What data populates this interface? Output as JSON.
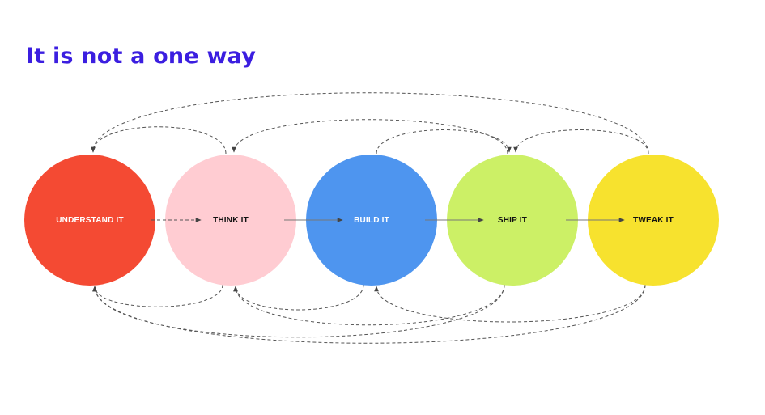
{
  "title": {
    "text": "It is not a one way",
    "color": "#3b1ee0"
  },
  "nodes": [
    {
      "id": "understand",
      "label": "UNDERSTAND IT",
      "fill": "#f44a33",
      "text_color": "#ffffff"
    },
    {
      "id": "think",
      "label": "THINK IT",
      "fill": "#ffccd2",
      "text_color": "#111111"
    },
    {
      "id": "build",
      "label": "BUILD IT",
      "fill": "#4e95ef",
      "text_color": "#ffffff"
    },
    {
      "id": "ship",
      "label": "SHIP IT",
      "fill": "#ccf066",
      "text_color": "#111111"
    },
    {
      "id": "tweak",
      "label": "TWEAK IT",
      "fill": "#f7e22e",
      "text_color": "#111111"
    }
  ],
  "flow": [
    {
      "from": "understand",
      "to": "think",
      "style": "dashed"
    },
    {
      "from": "think",
      "to": "build",
      "style": "solid"
    },
    {
      "from": "build",
      "to": "ship",
      "style": "solid"
    },
    {
      "from": "ship",
      "to": "tweak",
      "style": "solid"
    }
  ],
  "loops": [
    {
      "from": "tweak",
      "to": "understand",
      "side": "top"
    },
    {
      "from": "tweak",
      "to": "ship",
      "side": "top"
    },
    {
      "from": "think",
      "to": "understand",
      "side": "top"
    },
    {
      "from": "ship",
      "to": "think",
      "side": "top"
    },
    {
      "from": "build",
      "to": "ship",
      "side": "top"
    },
    {
      "from": "think",
      "to": "understand",
      "side": "bottom"
    },
    {
      "from": "build",
      "to": "think",
      "side": "bottom"
    },
    {
      "from": "ship",
      "to": "understand",
      "side": "bottom"
    },
    {
      "from": "tweak",
      "to": "understand",
      "side": "bottom"
    },
    {
      "from": "tweak",
      "to": "build",
      "side": "bottom"
    },
    {
      "from": "ship",
      "to": "think",
      "side": "bottom"
    }
  ]
}
